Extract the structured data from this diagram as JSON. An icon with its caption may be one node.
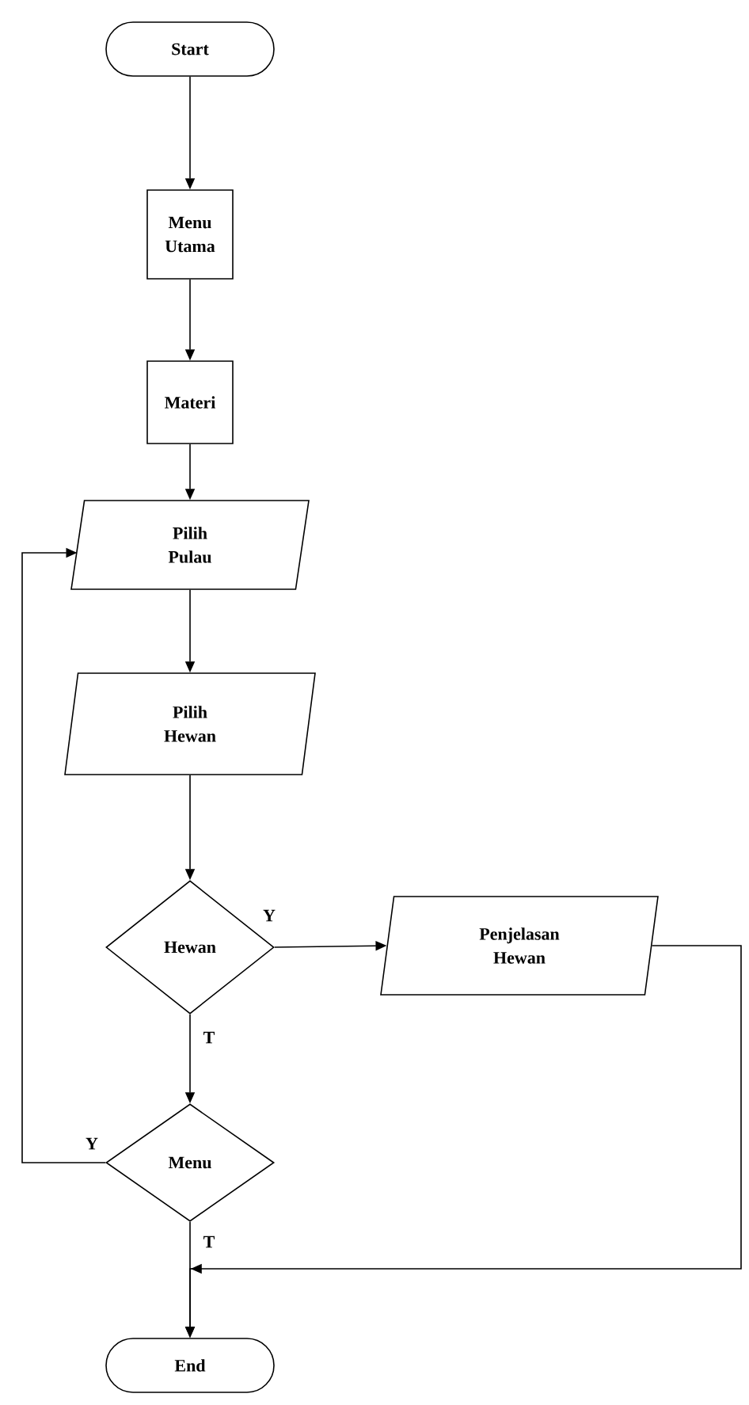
{
  "diagram": {
    "nodes": [
      {
        "text": [
          "Start"
        ]
      },
      {
        "text": [
          "Menu Utama"
        ]
      },
      {
        "text": [
          "Materi"
        ]
      },
      {
        "text": [
          "Pilih Pulau"
        ]
      },
      {
        "text": [
          "Pilih Hewan"
        ]
      },
      {
        "text": [
          "Hewan"
        ]
      },
      {
        "text": [
          "Penjelasan Hewan"
        ]
      },
      {
        "text": [
          "Menu"
        ]
      },
      {
        "text": [
          "End"
        ]
      }
    ],
    "edges": [
      {
        "from": 0,
        "to": 1,
        "arrow": "to"
      },
      {
        "from": 1,
        "to": 2,
        "arrow": "to"
      },
      {
        "from": 2,
        "to": 3,
        "arrow": "to"
      },
      {
        "from": 3,
        "to": 4,
        "arrow": "to"
      },
      {
        "from": 4,
        "to": 5,
        "arrow": "to"
      },
      {
        "from": 5,
        "to": 6,
        "arrow": "to",
        "label": "Y"
      },
      {
        "from": 5,
        "to": 7,
        "arrow": "to",
        "label": "T"
      },
      {
        "from": 7,
        "to": 3,
        "arrow": "to",
        "label": "Y"
      },
      {
        "from": 7,
        "to": 8,
        "arrow": "to",
        "label": "T"
      },
      {
        "from": 6,
        "to": 8,
        "arrow": "to"
      }
    ]
  }
}
